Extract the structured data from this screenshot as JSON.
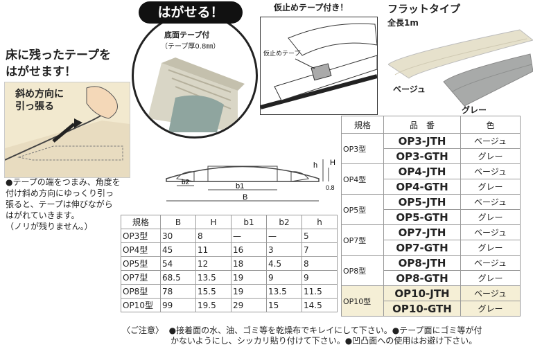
{
  "left": {
    "heading_line1": "床に残ったテープを",
    "heading_line2": "はがせます！",
    "panel_label_line1": "斜め方向に",
    "panel_label_line2": "引っ張る",
    "desc_lines": [
      "●テープの端をつまみ、角度を",
      "付け斜め方向にゆっくり引っ",
      "張ると、テープは伸びながら",
      "はがれていきます。",
      "（ノリが残りません。）"
    ]
  },
  "photo": {
    "badge": "はがせる！",
    "tape_label": "底面テープ付",
    "tape_thickness": "（テープ厚0.8㎜）"
  },
  "stop_tape": {
    "title": "仮止めテープ付き！",
    "label": "仮止めテープ"
  },
  "flat": {
    "title": "フラットタイプ",
    "length": "全長1m",
    "beige": "ベージュ",
    "gray": "グレー"
  },
  "section": {
    "b1": "b1",
    "b2": "b2",
    "B": "B",
    "H": "H",
    "h": "h",
    "t": "0.8"
  },
  "dim_table": {
    "headers": [
      "規格",
      "B",
      "H",
      "b1",
      "b2",
      "h"
    ],
    "rows": [
      [
        "OP3型",
        "30",
        "8",
        "—",
        "—",
        "5"
      ],
      [
        "OP4型",
        "45",
        "11",
        "16",
        "3",
        "7"
      ],
      [
        "OP5型",
        "54",
        "12",
        "18",
        "4.5",
        "8"
      ],
      [
        "OP7型",
        "68.5",
        "13.5",
        "19",
        "9",
        "9"
      ],
      [
        "OP8型",
        "78",
        "15.5",
        "19",
        "13.5",
        "11.5"
      ],
      [
        "OP10型",
        "99",
        "19.5",
        "29",
        "15",
        "14.5"
      ]
    ]
  },
  "prod_table": {
    "headers": [
      "規格",
      "品　番",
      "色"
    ],
    "groups": [
      {
        "size": "OP3型",
        "items": [
          [
            "OP3-JTH",
            "ベージュ"
          ],
          [
            "OP3-GTH",
            "グレー"
          ]
        ]
      },
      {
        "size": "OP4型",
        "items": [
          [
            "OP4-JTH",
            "ベージュ"
          ],
          [
            "OP4-GTH",
            "グレー"
          ]
        ]
      },
      {
        "size": "OP5型",
        "items": [
          [
            "OP5-JTH",
            "ベージュ"
          ],
          [
            "OP5-GTH",
            "グレー"
          ]
        ]
      },
      {
        "size": "OP7型",
        "items": [
          [
            "OP7-JTH",
            "ベージュ"
          ],
          [
            "OP7-GTH",
            "グレー"
          ]
        ]
      },
      {
        "size": "OP8型",
        "items": [
          [
            "OP8-JTH",
            "ベージュ"
          ],
          [
            "OP8-GTH",
            "グレー"
          ]
        ]
      },
      {
        "size": "OP10型",
        "items": [
          [
            "OP10-JTH",
            "ベージュ"
          ],
          [
            "OP10-GTH",
            "グレー"
          ]
        ]
      }
    ]
  },
  "note": {
    "label": "〈ご注意〉",
    "line1": "●接着面の水、油、ゴミ等を乾燥布でキレイにして下さい。●テープ面にゴミ等が付",
    "line2": "かないようにし、シッカリ貼り付けて下さい。●凹凸面への使用はお避け下さい。"
  },
  "colors": {
    "beige": "#e6e1cc",
    "gray": "#a8aaa9",
    "panel": "#f2e9cf",
    "highlight": "#f5efd6"
  }
}
